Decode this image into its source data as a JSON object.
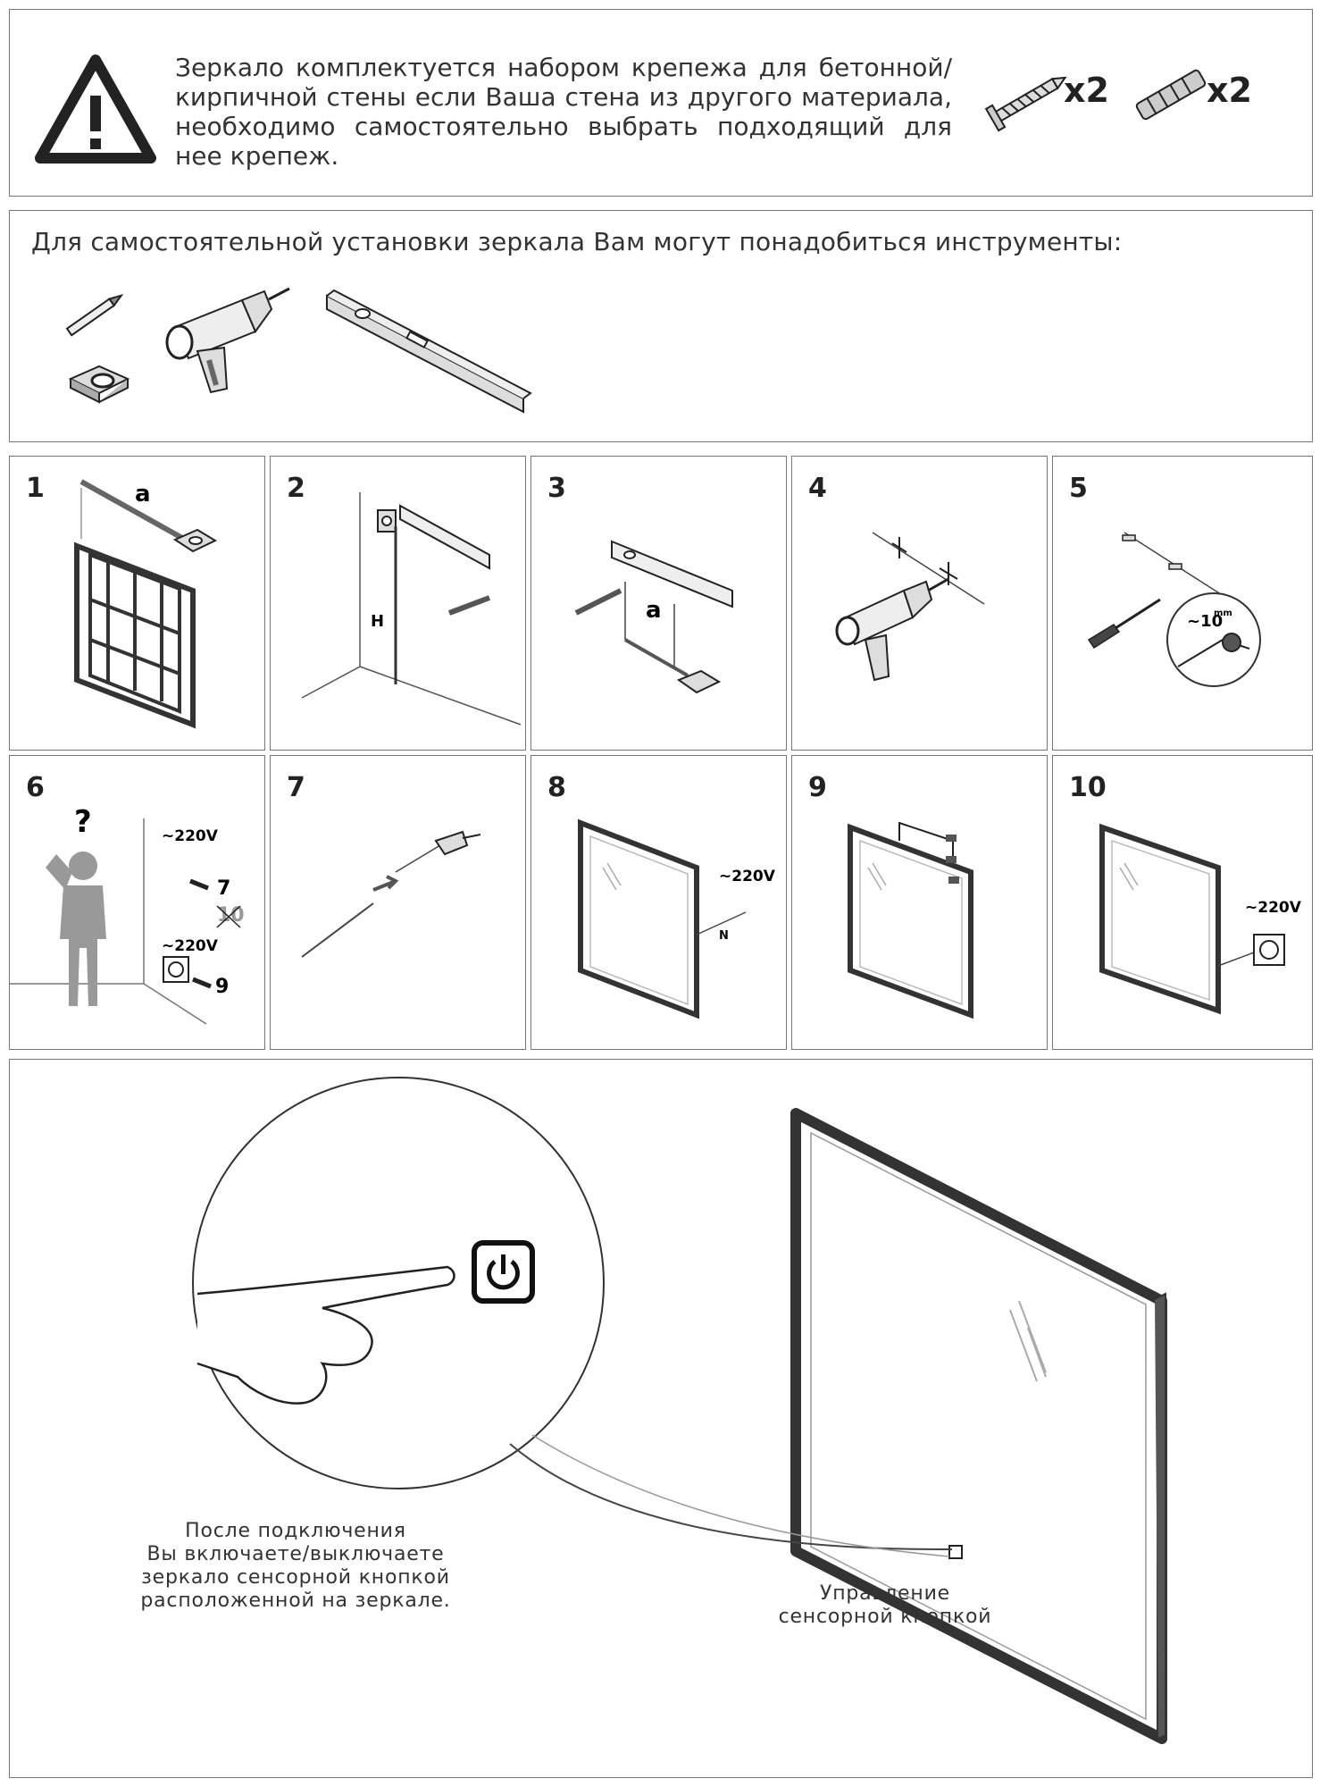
{
  "warning": {
    "text": "Зеркало комплектуется набором крепежа для бетонной/кирпичной стены если Ваша стена из другого материала, необходимо самостоятельно выбрать подходящий для нее крепеж.",
    "screw_qty": "x2",
    "dowel_qty": "x2"
  },
  "tools": {
    "title": "Для самостоятельной установки зеркала Вам могут понадобиться инструменты:"
  },
  "steps": [
    {
      "num": "1",
      "label_a": "a"
    },
    {
      "num": "2",
      "label_h": "H"
    },
    {
      "num": "3",
      "label_a": "a"
    },
    {
      "num": "4"
    },
    {
      "num": "5",
      "dim": "~10",
      "unit": "mm"
    },
    {
      "num": "6",
      "volt1": "~220V",
      "goto1": "7",
      "goto1b": "10",
      "volt2": "~220V",
      "goto2": "9"
    },
    {
      "num": "7"
    },
    {
      "num": "8",
      "volt": "~220V",
      "n": "N"
    },
    {
      "num": "9"
    },
    {
      "num": "10",
      "volt": "~220V"
    }
  ],
  "bottom": {
    "left_caption": [
      "После подключения",
      "Вы включаете/выключаете",
      "зеркало сенсорной кнопкой",
      "расположенной на зеркале."
    ],
    "right_caption": [
      "Управление",
      "сенсорной кнопкой"
    ]
  }
}
